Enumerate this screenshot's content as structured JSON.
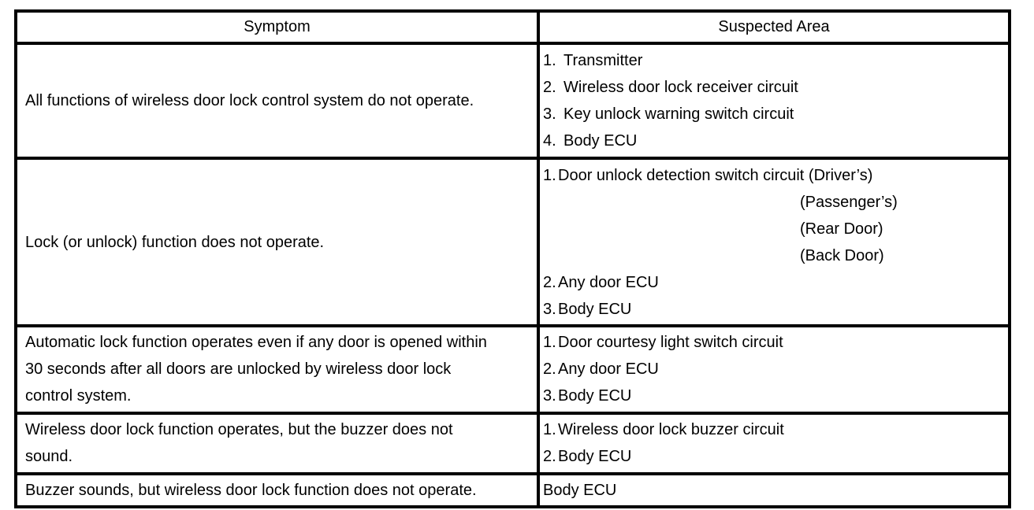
{
  "table": {
    "columns": [
      {
        "label": "Symptom"
      },
      {
        "label": "Suspected Area"
      }
    ],
    "rows": [
      {
        "symptom_lines": [
          "All functions of wireless door lock control system do not operate."
        ],
        "area_items": [
          {
            "num": "1.",
            "text": "Transmitter"
          },
          {
            "num": "2.",
            "text": "Wireless door lock receiver circuit"
          },
          {
            "num": "3.",
            "text": "Key unlock warning switch circuit"
          },
          {
            "num": "4.",
            "text": "Body ECU"
          }
        ]
      },
      {
        "symptom_lines": [
          "Lock (or unlock) function does not operate."
        ],
        "area_items": [
          {
            "num": "1.",
            "text": "Door unlock detection switch circuit (Driver’s)"
          },
          {
            "num": "",
            "text": "(Passenger’s)"
          },
          {
            "num": "",
            "text": "(Rear Door)"
          },
          {
            "num": "",
            "text": "(Back Door)"
          },
          {
            "num": "2.",
            "text": "Any door ECU"
          },
          {
            "num": "3.",
            "text": "Body ECU"
          }
        ]
      },
      {
        "symptom_lines": [
          "Automatic lock function operates even if any door is opened within",
          "30 seconds after all doors are unlocked by wireless door lock",
          "control system."
        ],
        "area_items": [
          {
            "num": "1.",
            "text": "Door courtesy light switch circuit"
          },
          {
            "num": "2.",
            "text": "Any door ECU"
          },
          {
            "num": "3.",
            "text": "Body ECU"
          }
        ]
      },
      {
        "symptom_lines": [
          "Wireless door lock function operates, but the buzzer does not",
          "sound."
        ],
        "area_items": [
          {
            "num": "1.",
            "text": "Wireless door lock buzzer circuit"
          },
          {
            "num": "2.",
            "text": "Body ECU"
          }
        ]
      },
      {
        "symptom_lines": [
          "Buzzer sounds, but wireless door lock function does not operate."
        ],
        "area_items": [
          {
            "num": "",
            "text": "Body ECU"
          }
        ]
      }
    ]
  }
}
